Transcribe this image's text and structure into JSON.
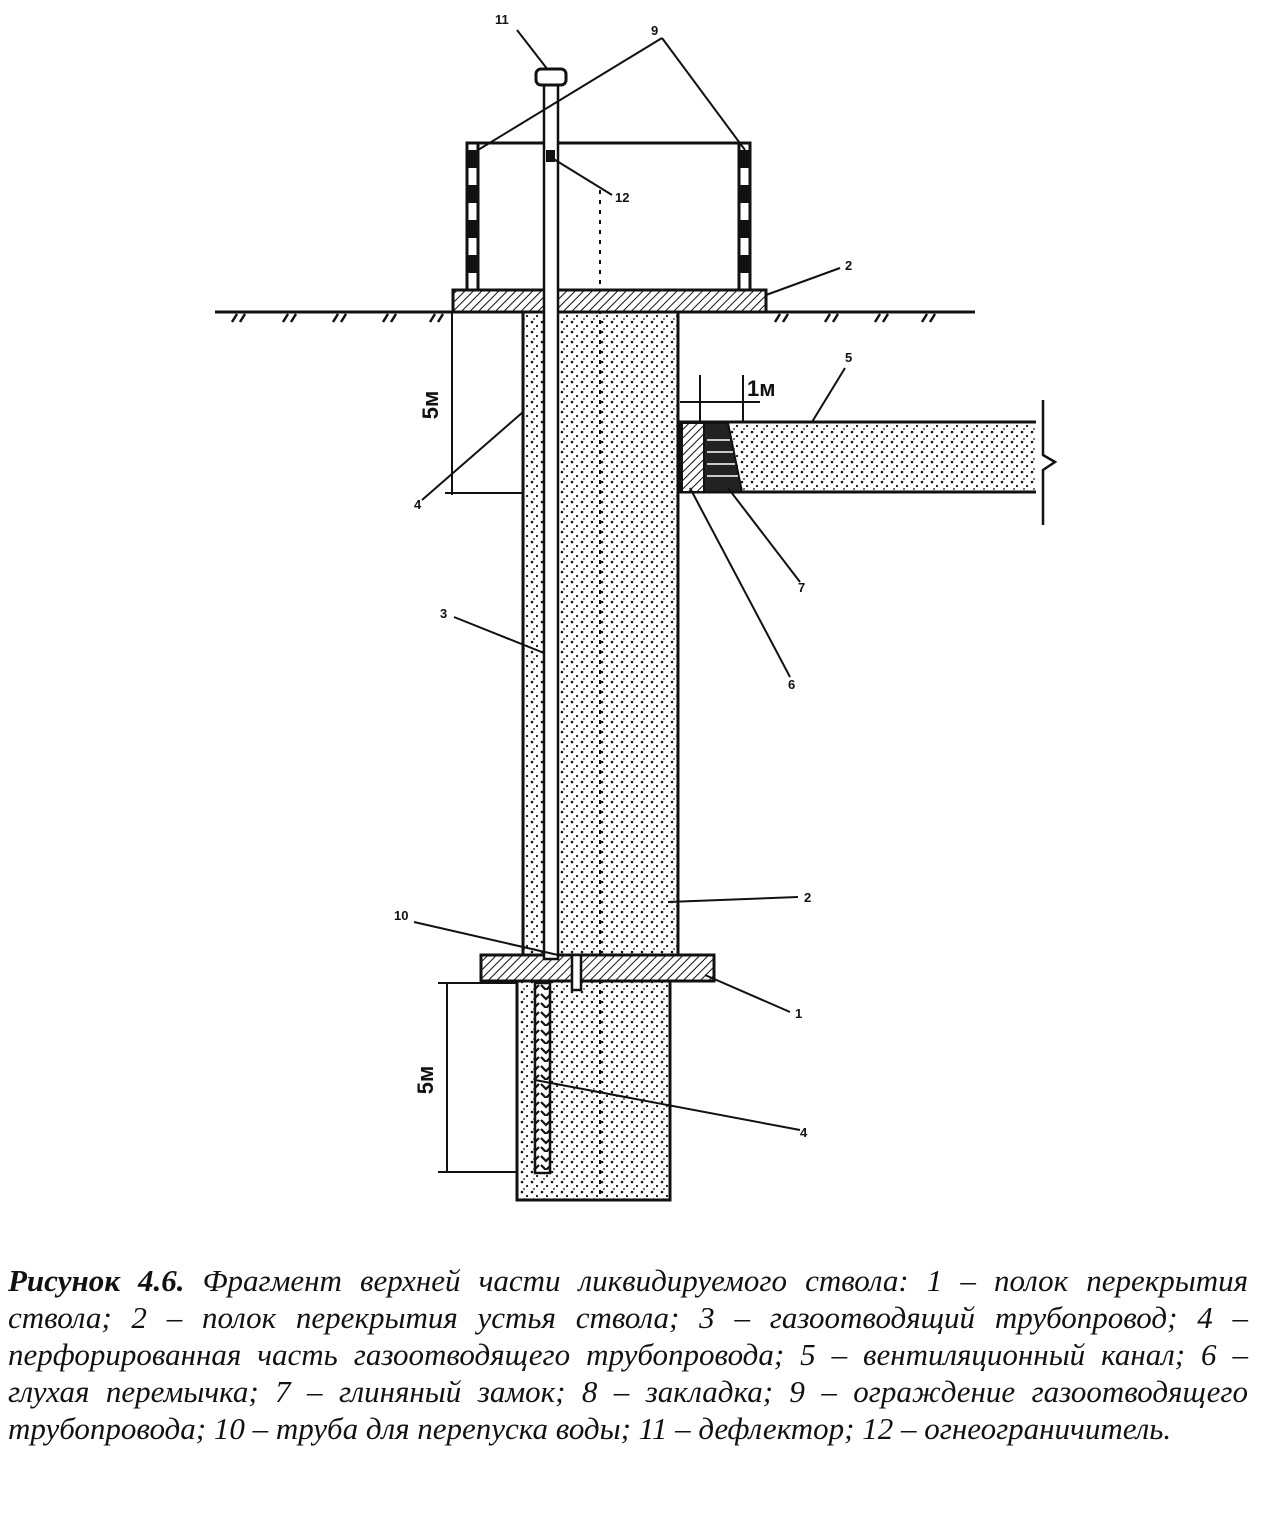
{
  "figure": {
    "labels": {
      "l1": "1",
      "l2_deck": "2",
      "l2_shaft": "2",
      "l3": "3",
      "l4_top": "4",
      "l4_bottom": "4",
      "l5": "5",
      "l6": "6",
      "l7": "7",
      "l9": "9",
      "l10": "10",
      "l11": "11",
      "l12": "12",
      "dim_top": "5м",
      "dim_bottom": "5м",
      "dim_gap": "1м"
    }
  },
  "caption": {
    "title": "Рисунок 4.6.",
    "text": "Фрагмент верхней части ликвидируемого ствола: 1 – полок перекрытия ствола; 2 – полок перекрытия устья ствола; 3 – газоотводящий трубопровод; 4 – перфорированная часть газоотводящего трубопровода; 5 – вентиляционный канал; 6 – глухая перемычка; 7 – глиняный замок; 8 – закладка; 9 – ограждение газоотводящего трубопровода; 10 – труба для перепуска воды; 11 – дефлектор; 12 – огнеограничитель."
  }
}
